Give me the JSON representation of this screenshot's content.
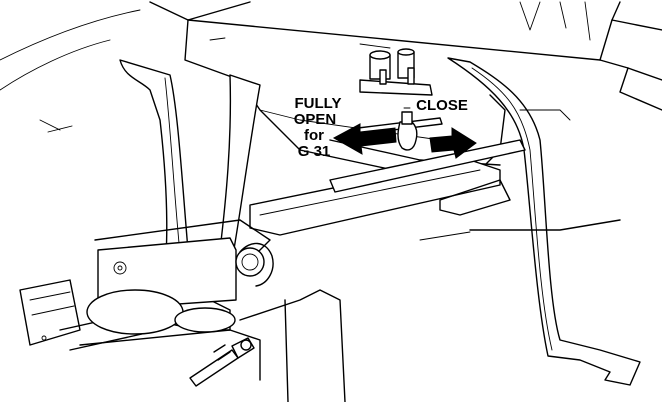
{
  "labels": {
    "open_line1": "FULLY",
    "open_line2": "OPEN",
    "open_line3": "for",
    "open_line4": "G 31",
    "close": "CLOSE"
  },
  "colors": {
    "line": "#000000",
    "background": "#ffffff",
    "arrow": "#000000"
  },
  "icons": {
    "left_arrow": "arrow-left",
    "right_arrow": "arrow-right"
  }
}
